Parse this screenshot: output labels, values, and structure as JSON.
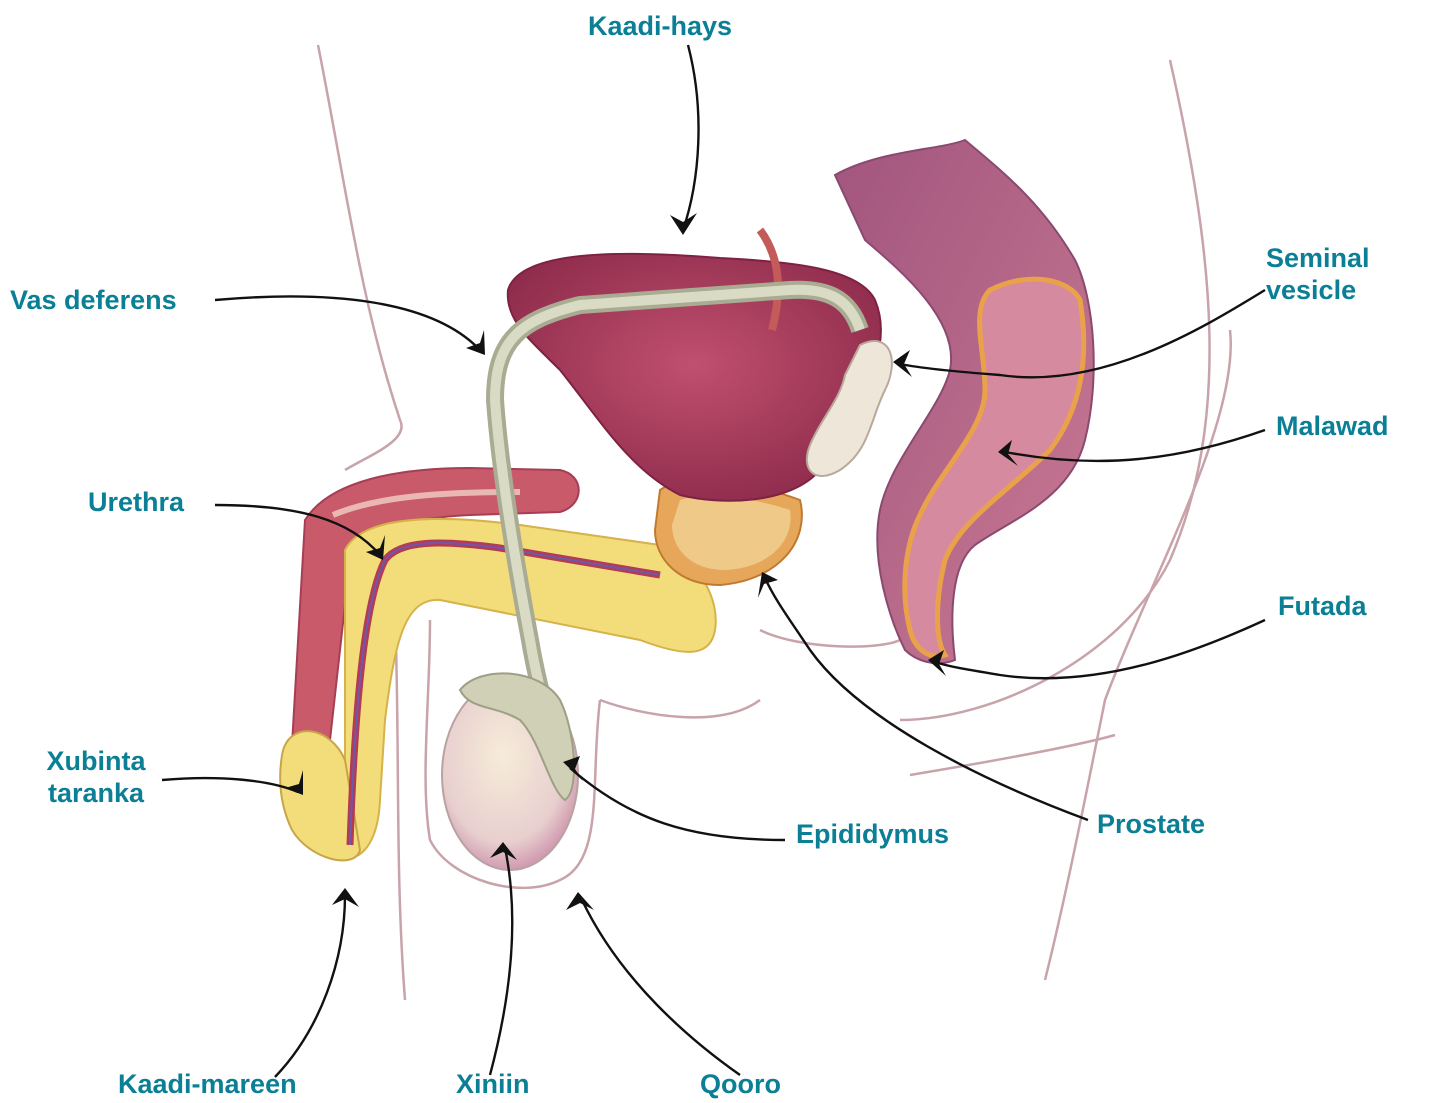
{
  "labels": {
    "kaadi_hays": "Kaadi-hays",
    "vas_deferens": "Vas deferens",
    "seminal_vesicle_1": "Seminal",
    "seminal_vesicle_2": "vesicle",
    "malawad": "Malawad",
    "urethra": "Urethra",
    "futada": "Futada",
    "xubinta_1": "Xubinta",
    "xubinta_2": "taranka",
    "prostate": "Prostate",
    "epididymus": "Epididymus",
    "kaadi_mareen": "Kaadi-mareen",
    "xiniin": "Xiniin",
    "qooro": "Qooro"
  },
  "colors": {
    "label": "#0a7f95",
    "leader": "#111111",
    "skin_outline": "#c8a3aa",
    "bladder": "#a83a5c",
    "urethra_tissue": "#f2dd7a",
    "erectile": "#c85a6a",
    "vas": "#c9c9b0",
    "rectum": "#b86a8a",
    "rectum_lining": "#e9a24a",
    "testis": "#e8d6c8"
  }
}
